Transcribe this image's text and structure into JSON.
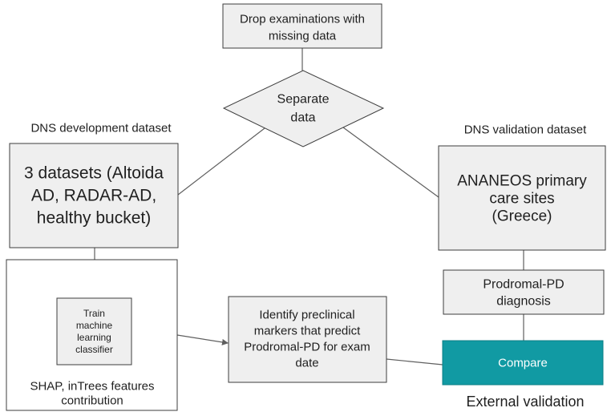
{
  "nodes": {
    "drop_missing": {
      "lines": [
        "Drop examinations with",
        "missing data"
      ]
    },
    "separate_data": {
      "lines": [
        "Separate",
        "data"
      ]
    },
    "development_datasets": {
      "lines": [
        "3 datasets (Altoida",
        "AD, RADAR-AD,",
        "healthy bucket)"
      ]
    },
    "ananeos_sites": {
      "lines": [
        "ANANEOS primary",
        "care sites",
        "(Greece)"
      ]
    },
    "train_classifier": {
      "lines": [
        "Train",
        "machine",
        "learning",
        "classifier"
      ]
    },
    "identify_markers": {
      "lines": [
        "Identify preclinical",
        "markers that predict",
        "Prodromal-PD for exam",
        "date"
      ]
    },
    "prodromal_diagnosis": {
      "lines": [
        "Prodromal-PD",
        "diagnosis"
      ]
    },
    "compare": {
      "lines": [
        "Compare"
      ]
    }
  },
  "labels": {
    "development_dataset": "DNS development dataset",
    "validation_dataset": "DNS validation dataset",
    "feature_contribution": [
      "SHAP, inTrees features",
      "contribution"
    ],
    "external_validation": "External validation"
  },
  "colors": {
    "box_fill": "#efefef",
    "container_fill": "#ffffff",
    "connector": "#5f5f5f",
    "compare_fill": "#119aa3",
    "compare_text": "#ffffff"
  }
}
